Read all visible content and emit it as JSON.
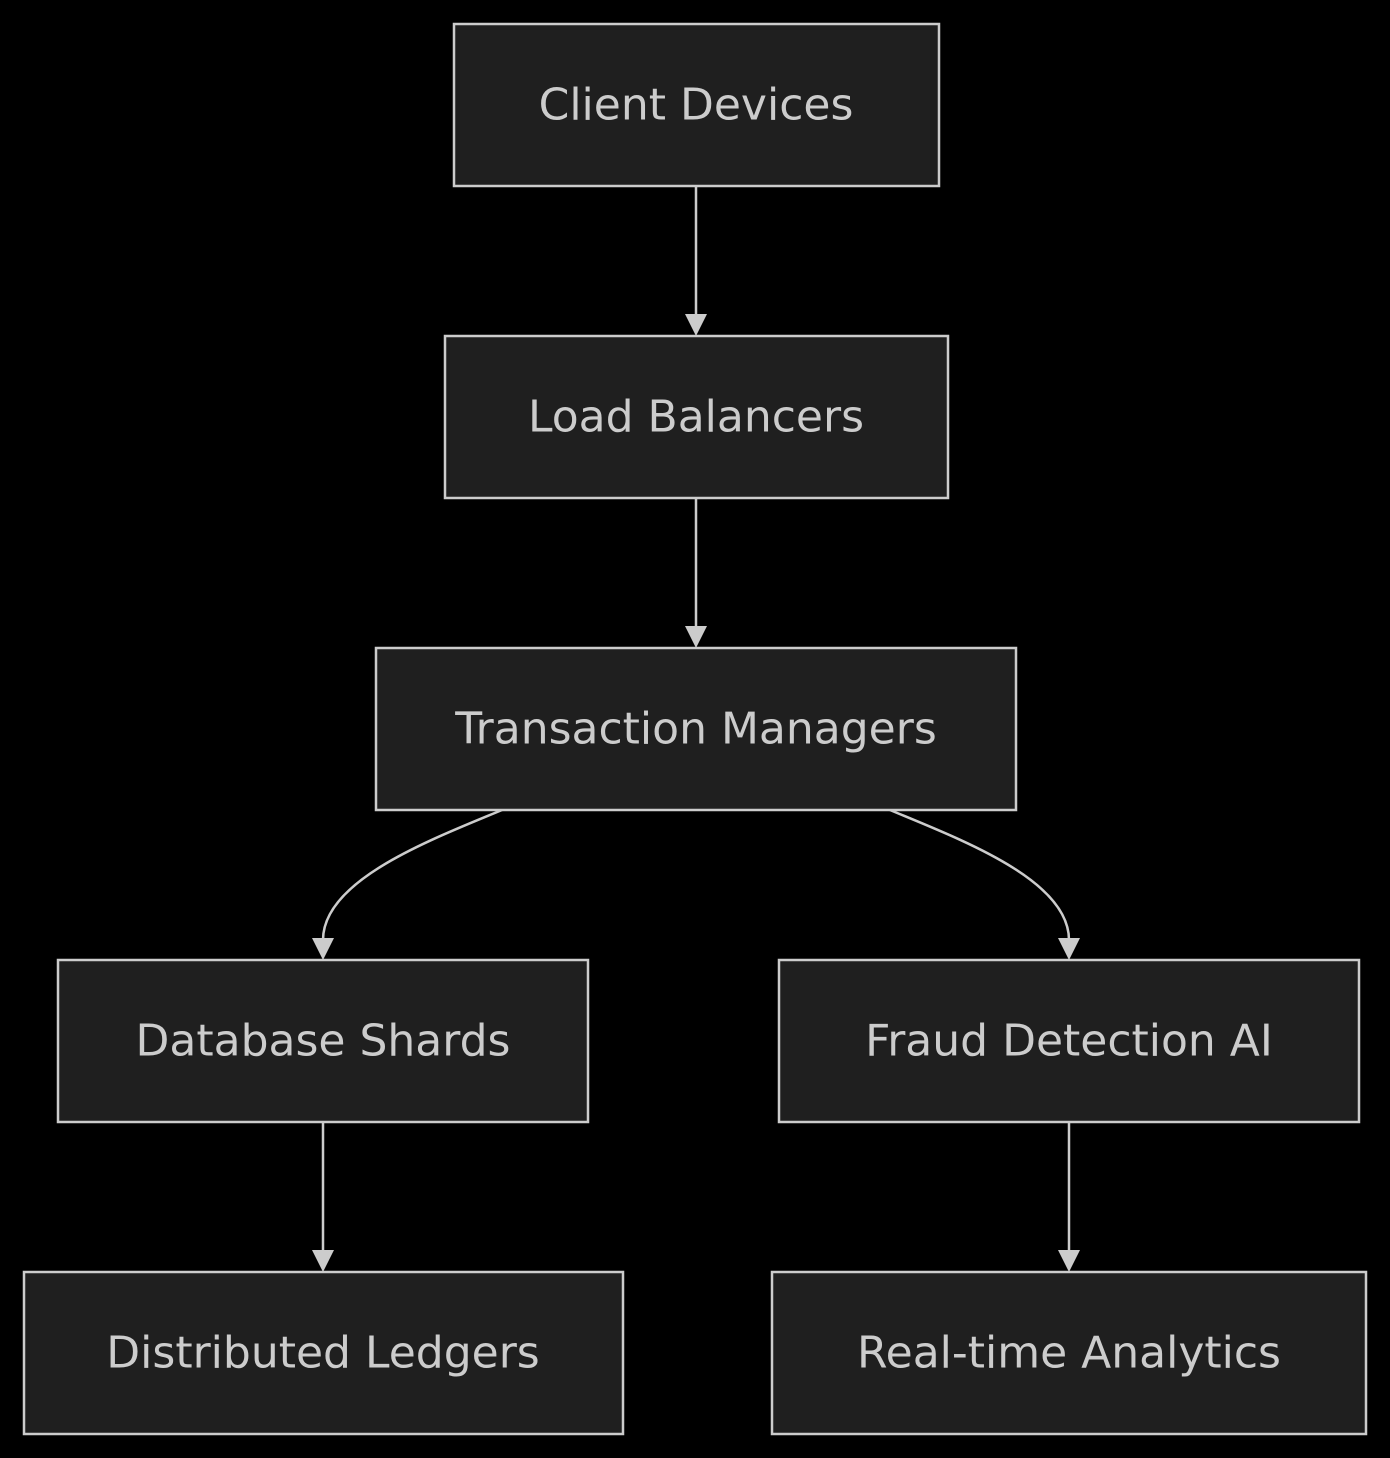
{
  "diagram": {
    "type": "flowchart",
    "direction": "top-down",
    "colors": {
      "background": "#000000",
      "node_fill": "#1f1f1f",
      "node_stroke": "#cccccc",
      "text": "#cccccc",
      "edge": "#cccccc"
    },
    "nodes": {
      "client": {
        "label": "Client Devices"
      },
      "lb": {
        "label": "Load Balancers"
      },
      "tm": {
        "label": "Transaction Managers"
      },
      "db": {
        "label": "Database Shards"
      },
      "fraud": {
        "label": "Fraud Detection AI"
      },
      "ledger": {
        "label": "Distributed Ledgers"
      },
      "analytics": {
        "label": "Real-time Analytics"
      }
    },
    "edges": [
      {
        "from": "client",
        "to": "lb"
      },
      {
        "from": "lb",
        "to": "tm"
      },
      {
        "from": "tm",
        "to": "db"
      },
      {
        "from": "tm",
        "to": "fraud"
      },
      {
        "from": "db",
        "to": "ledger"
      },
      {
        "from": "fraud",
        "to": "analytics"
      }
    ]
  }
}
